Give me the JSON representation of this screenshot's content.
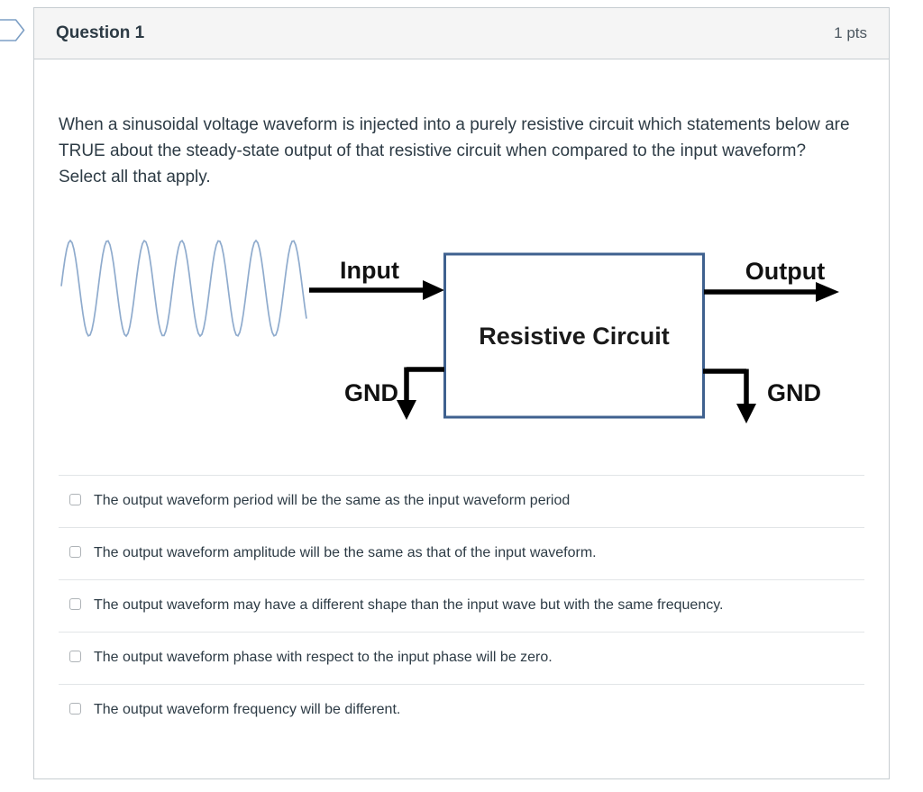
{
  "header": {
    "title": "Question 1",
    "points": "1 pts"
  },
  "question": {
    "text": "When a sinusoidal voltage waveform is injected into a purely resistive circuit which statements below are TRUE about the steady-state output of that resistive circuit when compared to the input waveform? Select all that apply."
  },
  "diagram": {
    "input_label": "Input",
    "output_label": "Output",
    "gnd_left_label": "GND",
    "gnd_right_label": "GND",
    "box_label": "Resistive Circuit",
    "wave_color": "#8fabcd",
    "box_border_color": "#3f618f",
    "arrow_color": "#000000"
  },
  "answers": [
    {
      "label": "The output waveform period will be the same as the input waveform period",
      "checked": false
    },
    {
      "label": "The output waveform amplitude will be the same as that of the input waveform.",
      "checked": false
    },
    {
      "label": "The output waveform may have a different shape than the input wave but with the same frequency.",
      "checked": false
    },
    {
      "label": "The output waveform phase with respect to the input phase will be zero.",
      "checked": false
    },
    {
      "label": "The output waveform frequency will be different.",
      "checked": false
    }
  ],
  "colors": {
    "header_bg": "#f5f5f5",
    "card_border": "#c7cdd1",
    "text": "#2d3b45",
    "points_text": "#4c5760",
    "divider": "#e2e5e7",
    "flag_outline": "#7d9fc5"
  }
}
